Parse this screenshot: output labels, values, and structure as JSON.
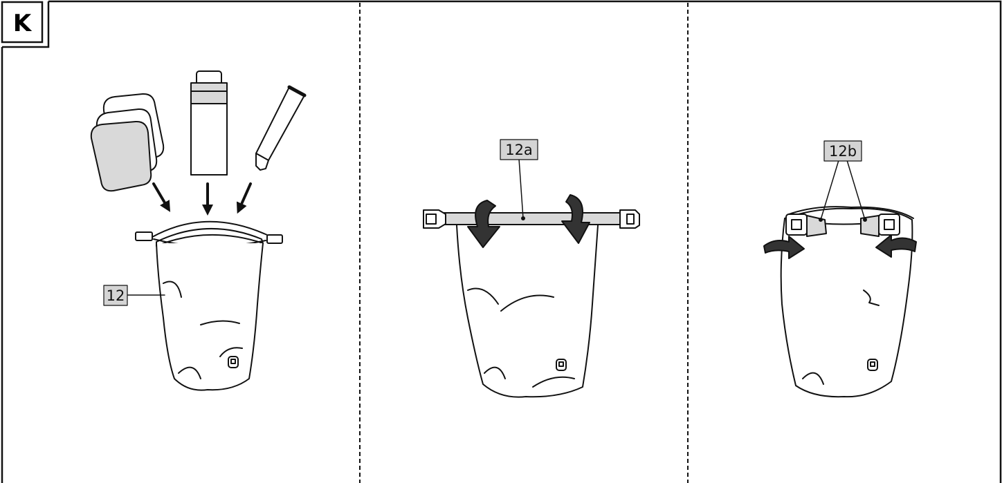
{
  "section_letter": "K",
  "panels": [
    {
      "id": "panel-1",
      "callout": "12"
    },
    {
      "id": "panel-2",
      "callout": "12a"
    },
    {
      "id": "panel-3",
      "callout": "12b"
    }
  ],
  "colors": {
    "line": "#111111",
    "fill_white": "#ffffff",
    "fill_grey": "#d9d9d9",
    "label_bg": "#d4d4d4"
  }
}
